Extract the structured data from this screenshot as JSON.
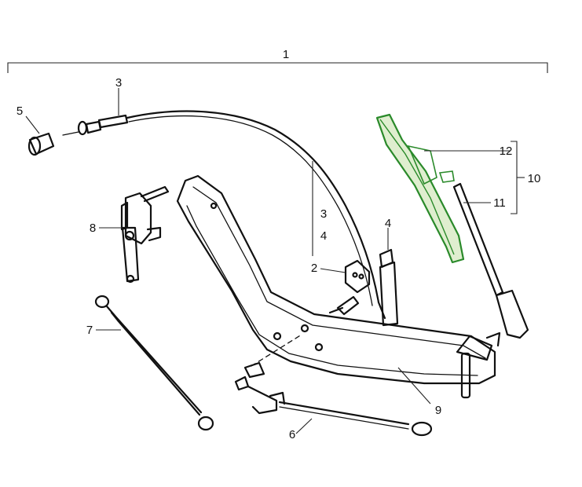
{
  "diagram": {
    "callouts": {
      "assembly": "1",
      "pump_bracket": "2",
      "cable_a": "3",
      "cable_a_ref": "3",
      "cable_b_ref": "4",
      "cable_b": "4",
      "knob": "5",
      "rod_lower": "6",
      "rod_left": "7",
      "motor_bracket": "8",
      "frame": "9",
      "wiper_set": "10",
      "arm": "11",
      "blade": "12"
    },
    "colors": {
      "ink": "#111111",
      "blade_highlight": "#2a8a2a",
      "blade_tint": "#dfeecf",
      "background": "#ffffff"
    }
  }
}
